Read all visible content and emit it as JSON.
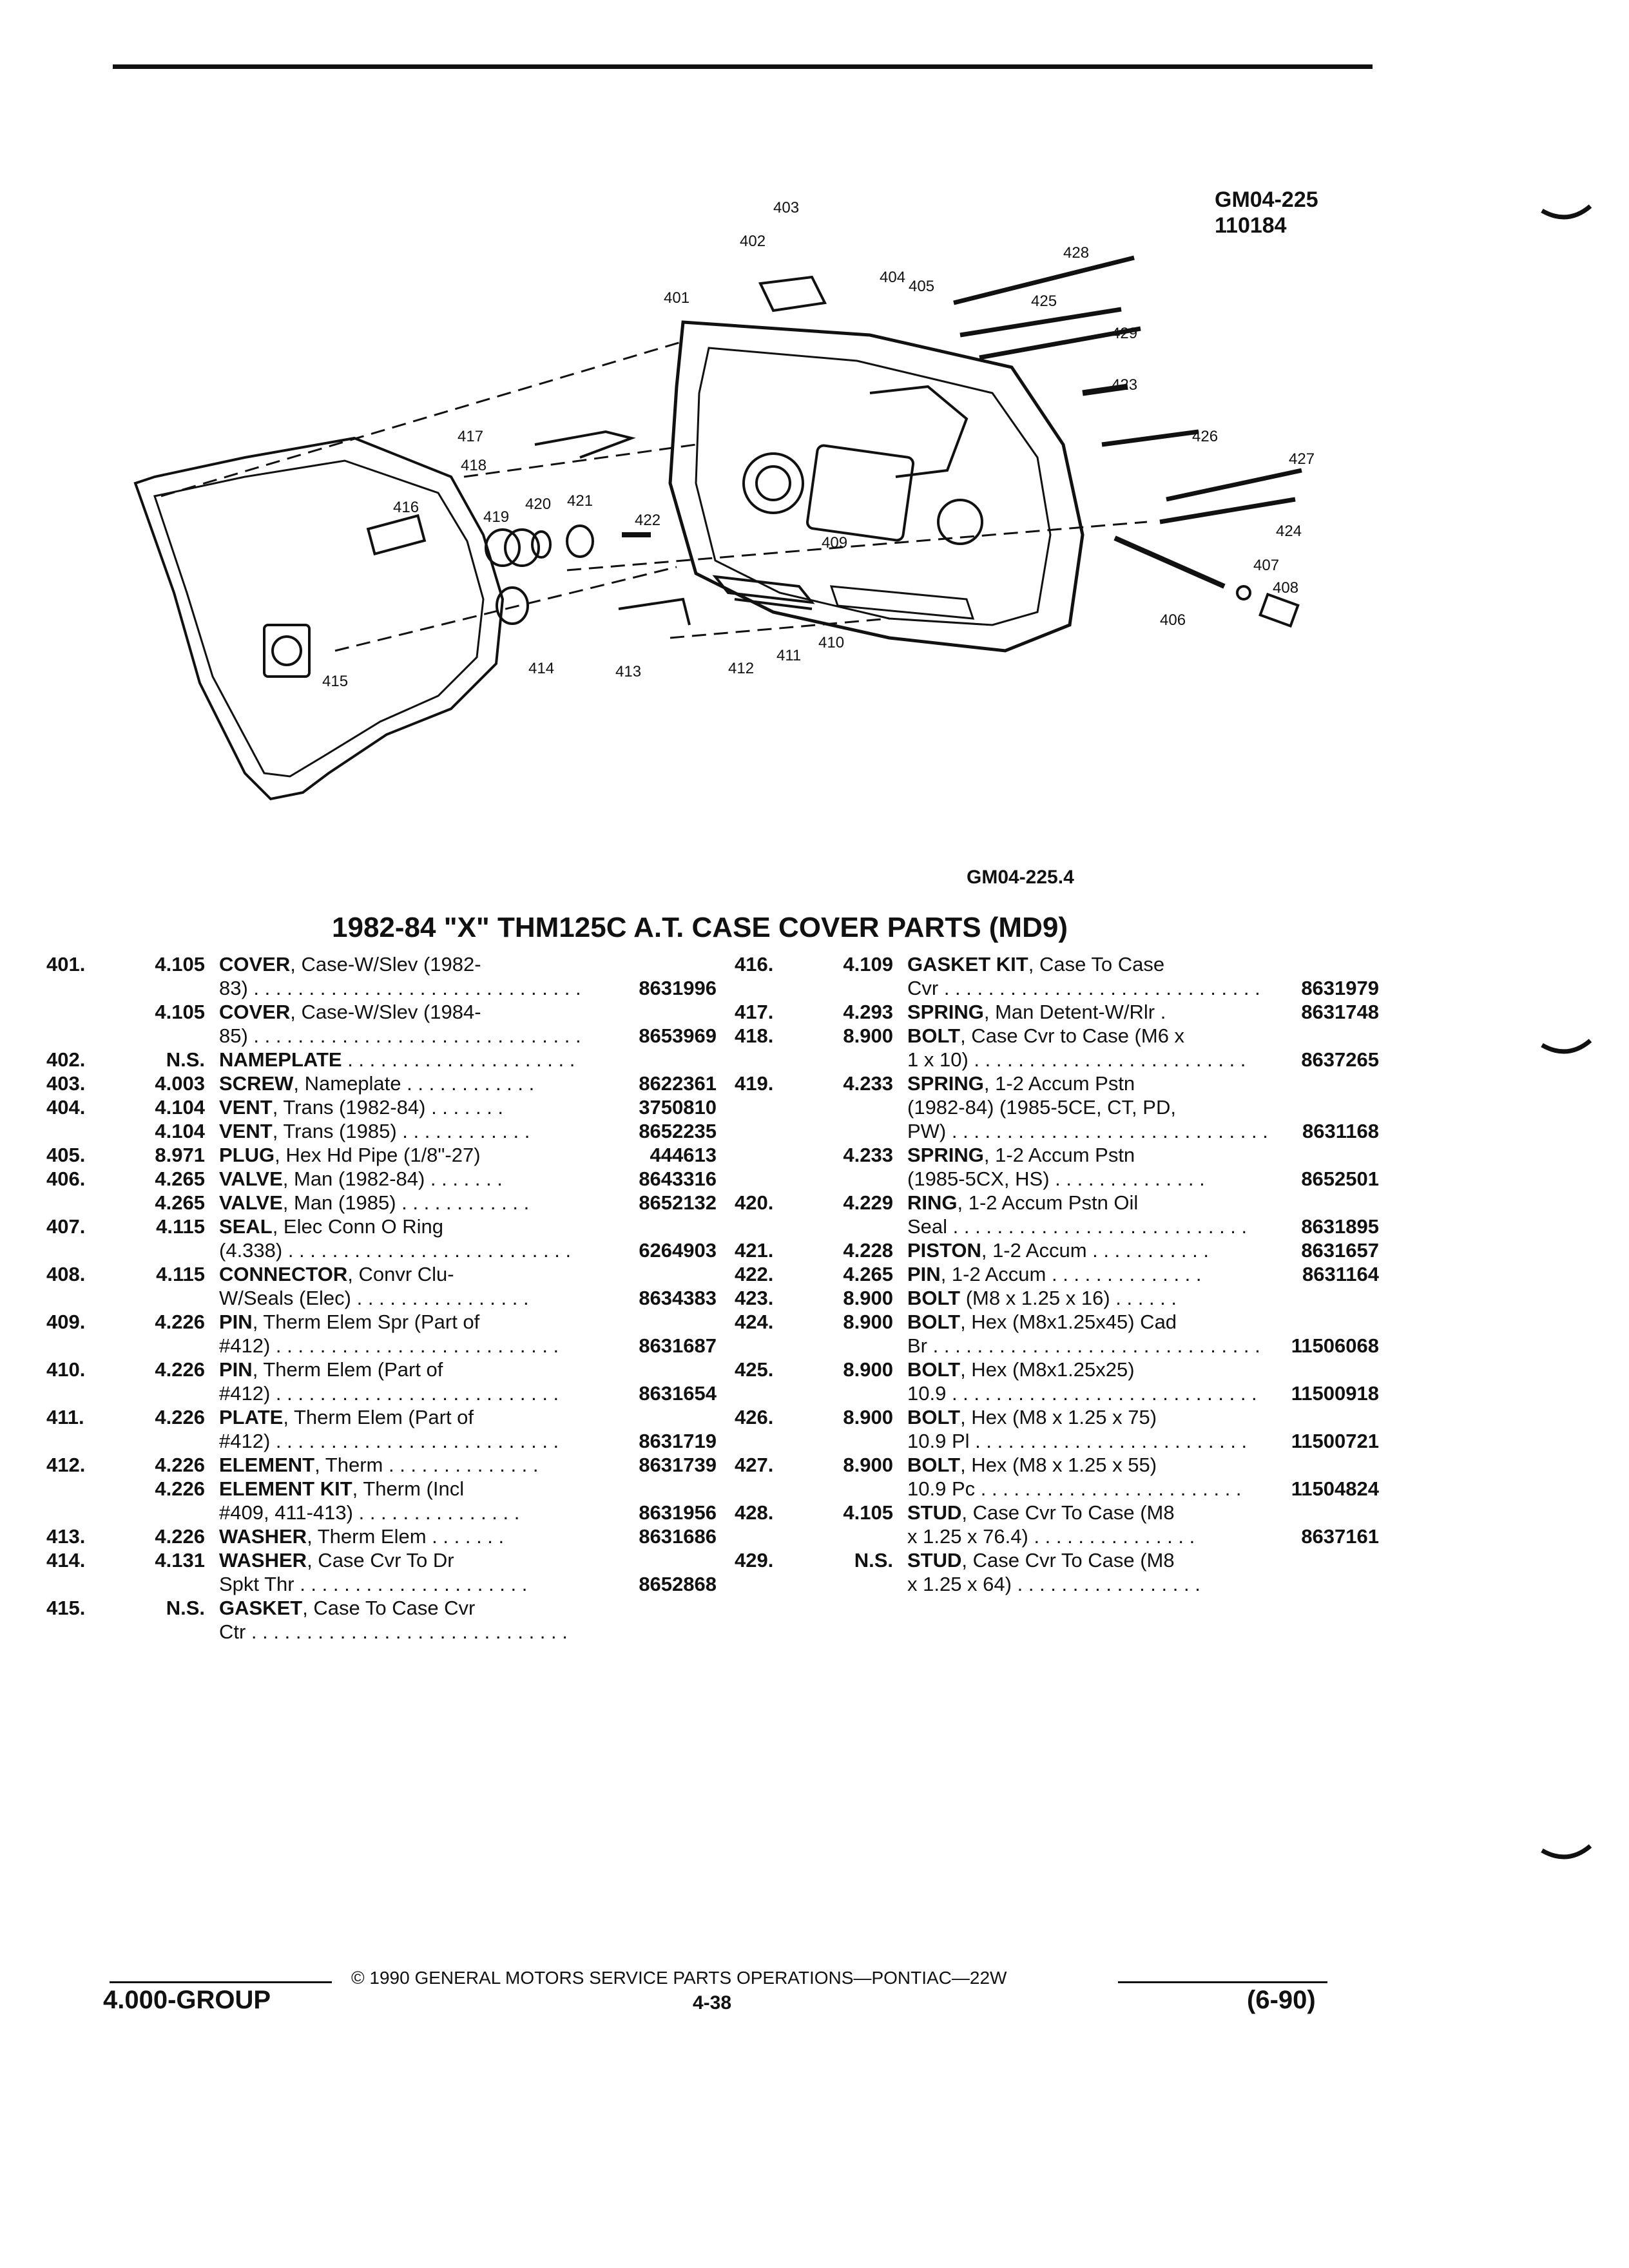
{
  "figure": {
    "id": "GM04-225",
    "date_code": "110184",
    "sub_id": "GM04-225.4",
    "callouts": [
      "401",
      "402",
      "403",
      "404",
      "405",
      "406",
      "407",
      "408",
      "409",
      "410",
      "411",
      "412",
      "413",
      "414",
      "415",
      "416",
      "417",
      "418",
      "419",
      "420",
      "421",
      "422",
      "423",
      "424",
      "425",
      "426",
      "427",
      "428",
      "429"
    ]
  },
  "title": "1982-84 \"X\" THM125C A.T. CASE COVER PARTS (MD9)",
  "parts_left": [
    {
      "ref": "401.",
      "grp": "4.105",
      "lines": [
        {
          "b": "COVER",
          "t": ", Case-W/Slev (1982-"
        },
        {
          "t": "83) . . . . . . . . . . . . . . . . . . . . . . . . . . . . . .",
          "pn": "8631996"
        }
      ]
    },
    {
      "ref": "",
      "grp": "4.105",
      "lines": [
        {
          "b": "COVER",
          "t": ", Case-W/Slev (1984-"
        },
        {
          "t": "85) . . . . . . . . . . . . . . . . . . . . . . . . . . . . . .",
          "pn": "8653969"
        }
      ]
    },
    {
      "ref": "402.",
      "grp": "N.S.",
      "lines": [
        {
          "b": "NAMEPLATE",
          "t": " . . . . . . . . . . . . . . . . . . . . ."
        }
      ]
    },
    {
      "ref": "403.",
      "grp": "4.003",
      "lines": [
        {
          "b": "SCREW",
          "t": ", Nameplate . . . . . . . . . . . .",
          "pn": "8622361"
        }
      ]
    },
    {
      "ref": "404.",
      "grp": "4.104",
      "lines": [
        {
          "b": "VENT",
          "t": ", Trans (1982-84) . . . . . . .",
          "pn": "3750810"
        }
      ]
    },
    {
      "ref": "",
      "grp": "4.104",
      "lines": [
        {
          "b": "VENT",
          "t": ", Trans (1985) . . . . . . . . . . . .",
          "pn": "8652235"
        }
      ]
    },
    {
      "ref": "405.",
      "grp": "8.971",
      "lines": [
        {
          "b": "PLUG",
          "t": ", Hex Hd Pipe (1/8\"-27)",
          "pn": "444613"
        }
      ]
    },
    {
      "ref": "406.",
      "grp": "4.265",
      "lines": [
        {
          "b": "VALVE",
          "t": ", Man (1982-84) . . . . . . .",
          "pn": "8643316"
        }
      ]
    },
    {
      "ref": "",
      "grp": "4.265",
      "lines": [
        {
          "b": "VALVE",
          "t": ", Man (1985) . . . . . . . . . . . .",
          "pn": "8652132"
        }
      ]
    },
    {
      "ref": "407.",
      "grp": "4.115",
      "lines": [
        {
          "b": "SEAL",
          "t": ", Elec Conn O Ring"
        },
        {
          "t": "(4.338) . . . . . . . . . . . . . . . . . . . . . . . . . .",
          "pn": "6264903"
        }
      ]
    },
    {
      "ref": "408.",
      "grp": "4.115",
      "lines": [
        {
          "b": "CONNECTOR",
          "t": ", Convr Clu-"
        },
        {
          "t": "W/Seals (Elec) . . . . . . . . . . . . . . . .",
          "pn": "8634383"
        }
      ]
    },
    {
      "ref": "409.",
      "grp": "4.226",
      "lines": [
        {
          "b": "PIN",
          "t": ", Therm Elem Spr (Part of"
        },
        {
          "t": "#412) . . . . . . . . . . . . . . . . . . . . . . . . . .",
          "pn": "8631687"
        }
      ]
    },
    {
      "ref": "410.",
      "grp": "4.226",
      "lines": [
        {
          "b": "PIN",
          "t": ", Therm Elem (Part of"
        },
        {
          "t": "#412) . . . . . . . . . . . . . . . . . . . . . . . . . .",
          "pn": "8631654"
        }
      ]
    },
    {
      "ref": "411.",
      "grp": "4.226",
      "lines": [
        {
          "b": "PLATE",
          "t": ", Therm Elem (Part of"
        },
        {
          "t": "#412) . . . . . . . . . . . . . . . . . . . . . . . . . .",
          "pn": "8631719"
        }
      ]
    },
    {
      "ref": "412.",
      "grp": "4.226",
      "lines": [
        {
          "b": "ELEMENT",
          "t": ", Therm . . . . . . . . . . . . . .",
          "pn": "8631739"
        }
      ]
    },
    {
      "ref": "",
      "grp": "4.226",
      "lines": [
        {
          "b": "ELEMENT KIT",
          "t": ", Therm (Incl"
        },
        {
          "t": "#409, 411-413) . . . . . . . . . . . . . . .",
          "pn": "8631956"
        }
      ]
    },
    {
      "ref": "413.",
      "grp": "4.226",
      "lines": [
        {
          "b": "WASHER",
          "t": ", Therm Elem . . . . . . .",
          "pn": "8631686"
        }
      ]
    },
    {
      "ref": "414.",
      "grp": "4.131",
      "lines": [
        {
          "b": "WASHER",
          "t": ", Case Cvr To Dr"
        },
        {
          "t": "Spkt Thr . . . . . . . . . . . . . . . . . . . . .",
          "pn": "8652868"
        }
      ]
    },
    {
      "ref": "415.",
      "grp": "N.S.",
      "lines": [
        {
          "b": "GASKET",
          "t": ", Case To Case Cvr"
        },
        {
          "t": "Ctr . . . . . . . . . . . . . . . . . . . . . . . . . . . . ."
        }
      ]
    }
  ],
  "parts_right": [
    {
      "ref": "416.",
      "grp": "4.109",
      "lines": [
        {
          "b": "GASKET KIT",
          "t": ", Case To Case"
        },
        {
          "t": "Cvr . . . . . . . . . . . . . . . . . . . . . . . . . . . . .",
          "pn": "8631979"
        }
      ]
    },
    {
      "ref": "417.",
      "grp": "4.293",
      "lines": [
        {
          "b": "SPRING",
          "t": ", Man Detent-W/Rlr .",
          "pn": "8631748"
        }
      ]
    },
    {
      "ref": "418.",
      "grp": "8.900",
      "lines": [
        {
          "b": "BOLT",
          "t": ", Case Cvr to Case (M6 x"
        },
        {
          "t": "1 x 10) . . . . . . . . . . . . . . . . . . . . . . . . .",
          "pn": "8637265"
        }
      ]
    },
    {
      "ref": "419.",
      "grp": "4.233",
      "lines": [
        {
          "b": "SPRING",
          "t": ", 1-2 Accum Pstn"
        },
        {
          "t": "(1982-84) (1985-5CE, CT, PD,"
        },
        {
          "t": "PW) . . . . . . . . . . . . . . . . . . . . . . . . . . . . .",
          "pn": "8631168"
        }
      ]
    },
    {
      "ref": "",
      "grp": "4.233",
      "lines": [
        {
          "b": "SPRING",
          "t": ", 1-2 Accum Pstn"
        },
        {
          "t": "(1985-5CX, HS) . . . . . . . . . . . . . .",
          "pn": "8652501"
        }
      ]
    },
    {
      "ref": "420.",
      "grp": "4.229",
      "lines": [
        {
          "b": "RING",
          "t": ", 1-2 Accum Pstn Oil"
        },
        {
          "t": "Seal . . . . . . . . . . . . . . . . . . . . . . . . . . .",
          "pn": "8631895"
        }
      ]
    },
    {
      "ref": "421.",
      "grp": "4.228",
      "lines": [
        {
          "b": "PISTON",
          "t": ", 1-2 Accum . . . . . . . . . . .",
          "pn": "8631657"
        }
      ]
    },
    {
      "ref": "422.",
      "grp": "4.265",
      "lines": [
        {
          "b": "PIN",
          "t": ", 1-2 Accum . . . . . . . . . . . . . .",
          "pn": "8631164"
        }
      ]
    },
    {
      "ref": "423.",
      "grp": "8.900",
      "lines": [
        {
          "b": "BOLT",
          "t": " (M8 x 1.25 x 16) . . . . . ."
        }
      ]
    },
    {
      "ref": "424.",
      "grp": "8.900",
      "lines": [
        {
          "b": "BOLT",
          "t": ", Hex (M8x1.25x45) Cad"
        },
        {
          "t": "Br . . . . . . . . . . . . . . . . . . . . . . . . . . . . . .",
          "pn": "11506068"
        }
      ]
    },
    {
      "ref": "425.",
      "grp": "8.900",
      "lines": [
        {
          "b": "BOLT",
          "t": ", Hex (M8x1.25x25)"
        },
        {
          "t": "10.9 . . . . . . . . . . . . . . . . . . . . . . . . . . . .",
          "pn": "11500918"
        }
      ]
    },
    {
      "ref": "426.",
      "grp": "8.900",
      "lines": [
        {
          "b": "BOLT",
          "t": ", Hex (M8 x 1.25 x 75)"
        },
        {
          "t": "10.9 Pl . . . . . . . . . . . . . . . . . . . . . . . . .",
          "pn": "11500721"
        }
      ]
    },
    {
      "ref": "427.",
      "grp": "8.900",
      "lines": [
        {
          "b": "BOLT",
          "t": ", Hex (M8 x 1.25 x 55)"
        },
        {
          "t": "10.9 Pc . . . . . . . . . . . . . . . . . . . . . . . .",
          "pn": "11504824"
        }
      ]
    },
    {
      "ref": "428.",
      "grp": "4.105",
      "lines": [
        {
          "b": "STUD",
          "t": ", Case Cvr To Case (M8"
        },
        {
          "t": "x 1.25 x 76.4) . . . . . . . . . . . . . . .",
          "pn": "8637161"
        }
      ]
    },
    {
      "ref": "429.",
      "grp": "N.S.",
      "lines": [
        {
          "b": "STUD",
          "t": ", Case Cvr To Case (M8"
        },
        {
          "t": "x 1.25 x 64) . . . . . . . . . . . . . . . . ."
        }
      ]
    }
  ],
  "footer": {
    "copyright": "© 1990 GENERAL MOTORS SERVICE PARTS OPERATIONS—PONTIAC—22W",
    "group": "4.000-GROUP",
    "page": "4-38",
    "date": "(6-90)"
  }
}
